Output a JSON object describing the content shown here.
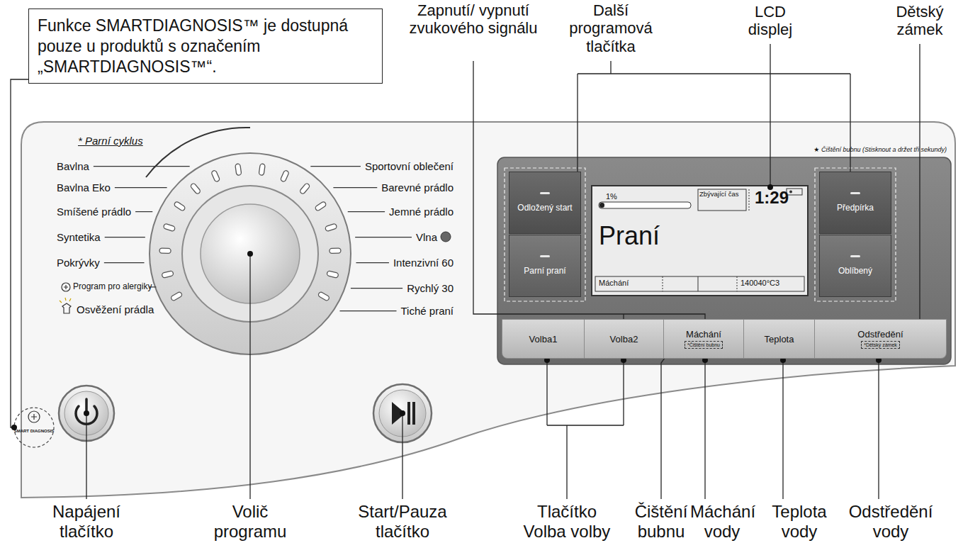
{
  "diagram": {
    "nodes": [
      {
        "text": [
          "Funkce SMARTDIAGNOSIS™  je dostupná pouze u produktů s označením „SMARTDIAGNOSIS™“."
        ]
      },
      {
        "text": [
          "Odložený start"
        ]
      },
      {
        "text": [
          "Parní praní"
        ]
      },
      {
        "text": [
          "1%",
          "Zbývající čas",
          "1:29",
          "Praní",
          "Máchání",
          "140040°C3"
        ]
      },
      {
        "text": [
          "Předpírka"
        ]
      },
      {
        "text": [
          "Oblíbený"
        ]
      },
      {
        "text": [
          "Volba1"
        ]
      },
      {
        "text": [
          "Volba2"
        ]
      },
      {
        "text": [
          "Máchání",
          "*Čištění bubnu"
        ]
      },
      {
        "text": [
          "Teplota"
        ]
      },
      {
        "text": [
          "Odstředění",
          "*Dětský zámek"
        ]
      }
    ],
    "labels": [
      "Zapnutí/ vypnutí zvukového signálu",
      "Další programová tlačítka",
      "LCD displej",
      "Dětský zámek",
      "* Parní cyklus",
      "Bavlna",
      "Bavlna Eko",
      "Smíšené prádlo",
      "Syntetika",
      "Pokrývky",
      "Program pro alergiky",
      "Osvěžení prádla",
      "Sportovní oblečení",
      "Barevné prádlo",
      "Jemné prádlo",
      "Vlna",
      "Intenzivní 60",
      "Rychlý 30",
      "Tiché praní",
      "★ Čištění bubnu (Stisknout a držet tři sekundy)",
      "SMART DIAGNOSIS",
      "Napájení tlačítko",
      "Volič programu",
      "Start/Pauza tlačítko",
      "Tlačítko Volba volby",
      "Čištění bubnu",
      "Máchání vody",
      "Teplota vody",
      "Odstředění vody"
    ]
  }
}
